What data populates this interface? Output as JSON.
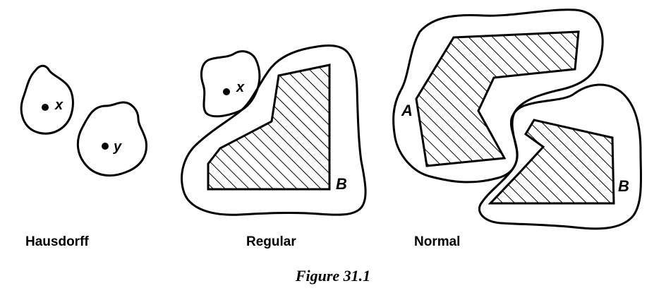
{
  "panels": {
    "hausdorff": {
      "title": "Hausdorff",
      "point_x": "x",
      "point_y": "y"
    },
    "regular": {
      "title": "Regular",
      "point_x": "x",
      "set_b": "B"
    },
    "normal": {
      "title": "Normal",
      "set_a": "A",
      "set_b": "B"
    }
  },
  "caption": "Figure 31.1"
}
